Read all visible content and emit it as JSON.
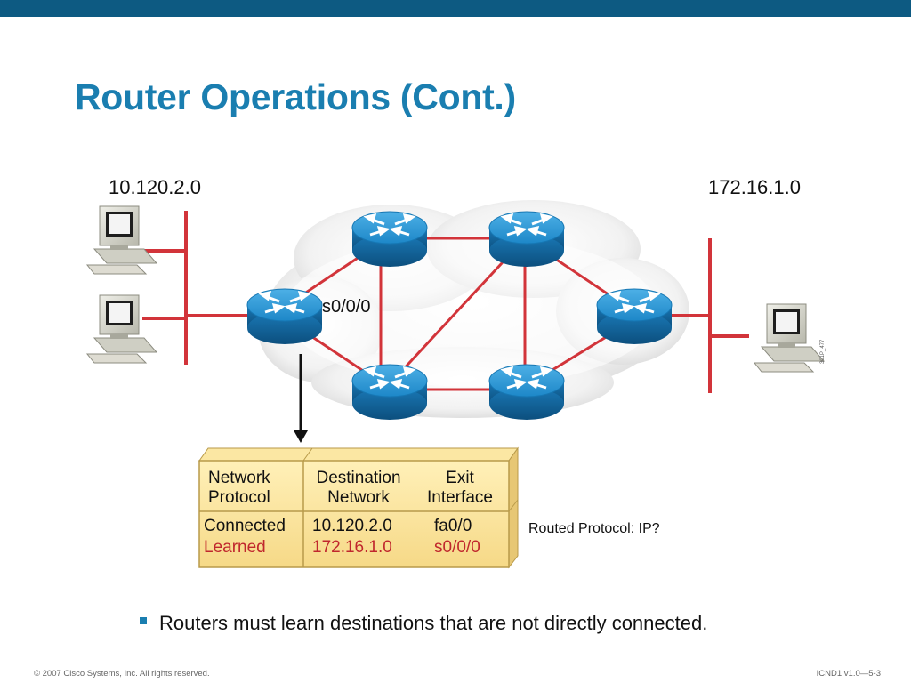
{
  "slide": {
    "title": "Router Operations (Cont.)",
    "bullet": "Routers must learn destinations that are not directly connected.",
    "footer_left": "© 2007 Cisco Systems, Inc. All rights reserved.",
    "footer_right": "ICND1 v1.0—5-3",
    "accent_color": "#1a7eb0",
    "topbar_color": "#0d5a82"
  },
  "diagram": {
    "network_left": "10.120.2.0",
    "network_right": "172.16.1.0",
    "interface_label": "s0/0/0",
    "routed_protocol": "Routed Protocol: IP?",
    "figure_code": "301P_477",
    "link_color": "#d2343a"
  },
  "table": {
    "headers": {
      "protocol": "Network Protocol",
      "protocol_line1": "Network",
      "protocol_line2": "Protocol",
      "destination_line1": "Destination",
      "destination_line2": "Network",
      "exit_line1": "Exit",
      "exit_line2": "Interface"
    },
    "rows": [
      {
        "protocol": "Connected",
        "destination": "10.120.2.0",
        "interface": "fa0/0",
        "color": "#111111"
      },
      {
        "protocol": "Learned",
        "destination": "172.16.1.0",
        "interface": "s0/0/0",
        "color": "#c0272d"
      }
    ]
  }
}
